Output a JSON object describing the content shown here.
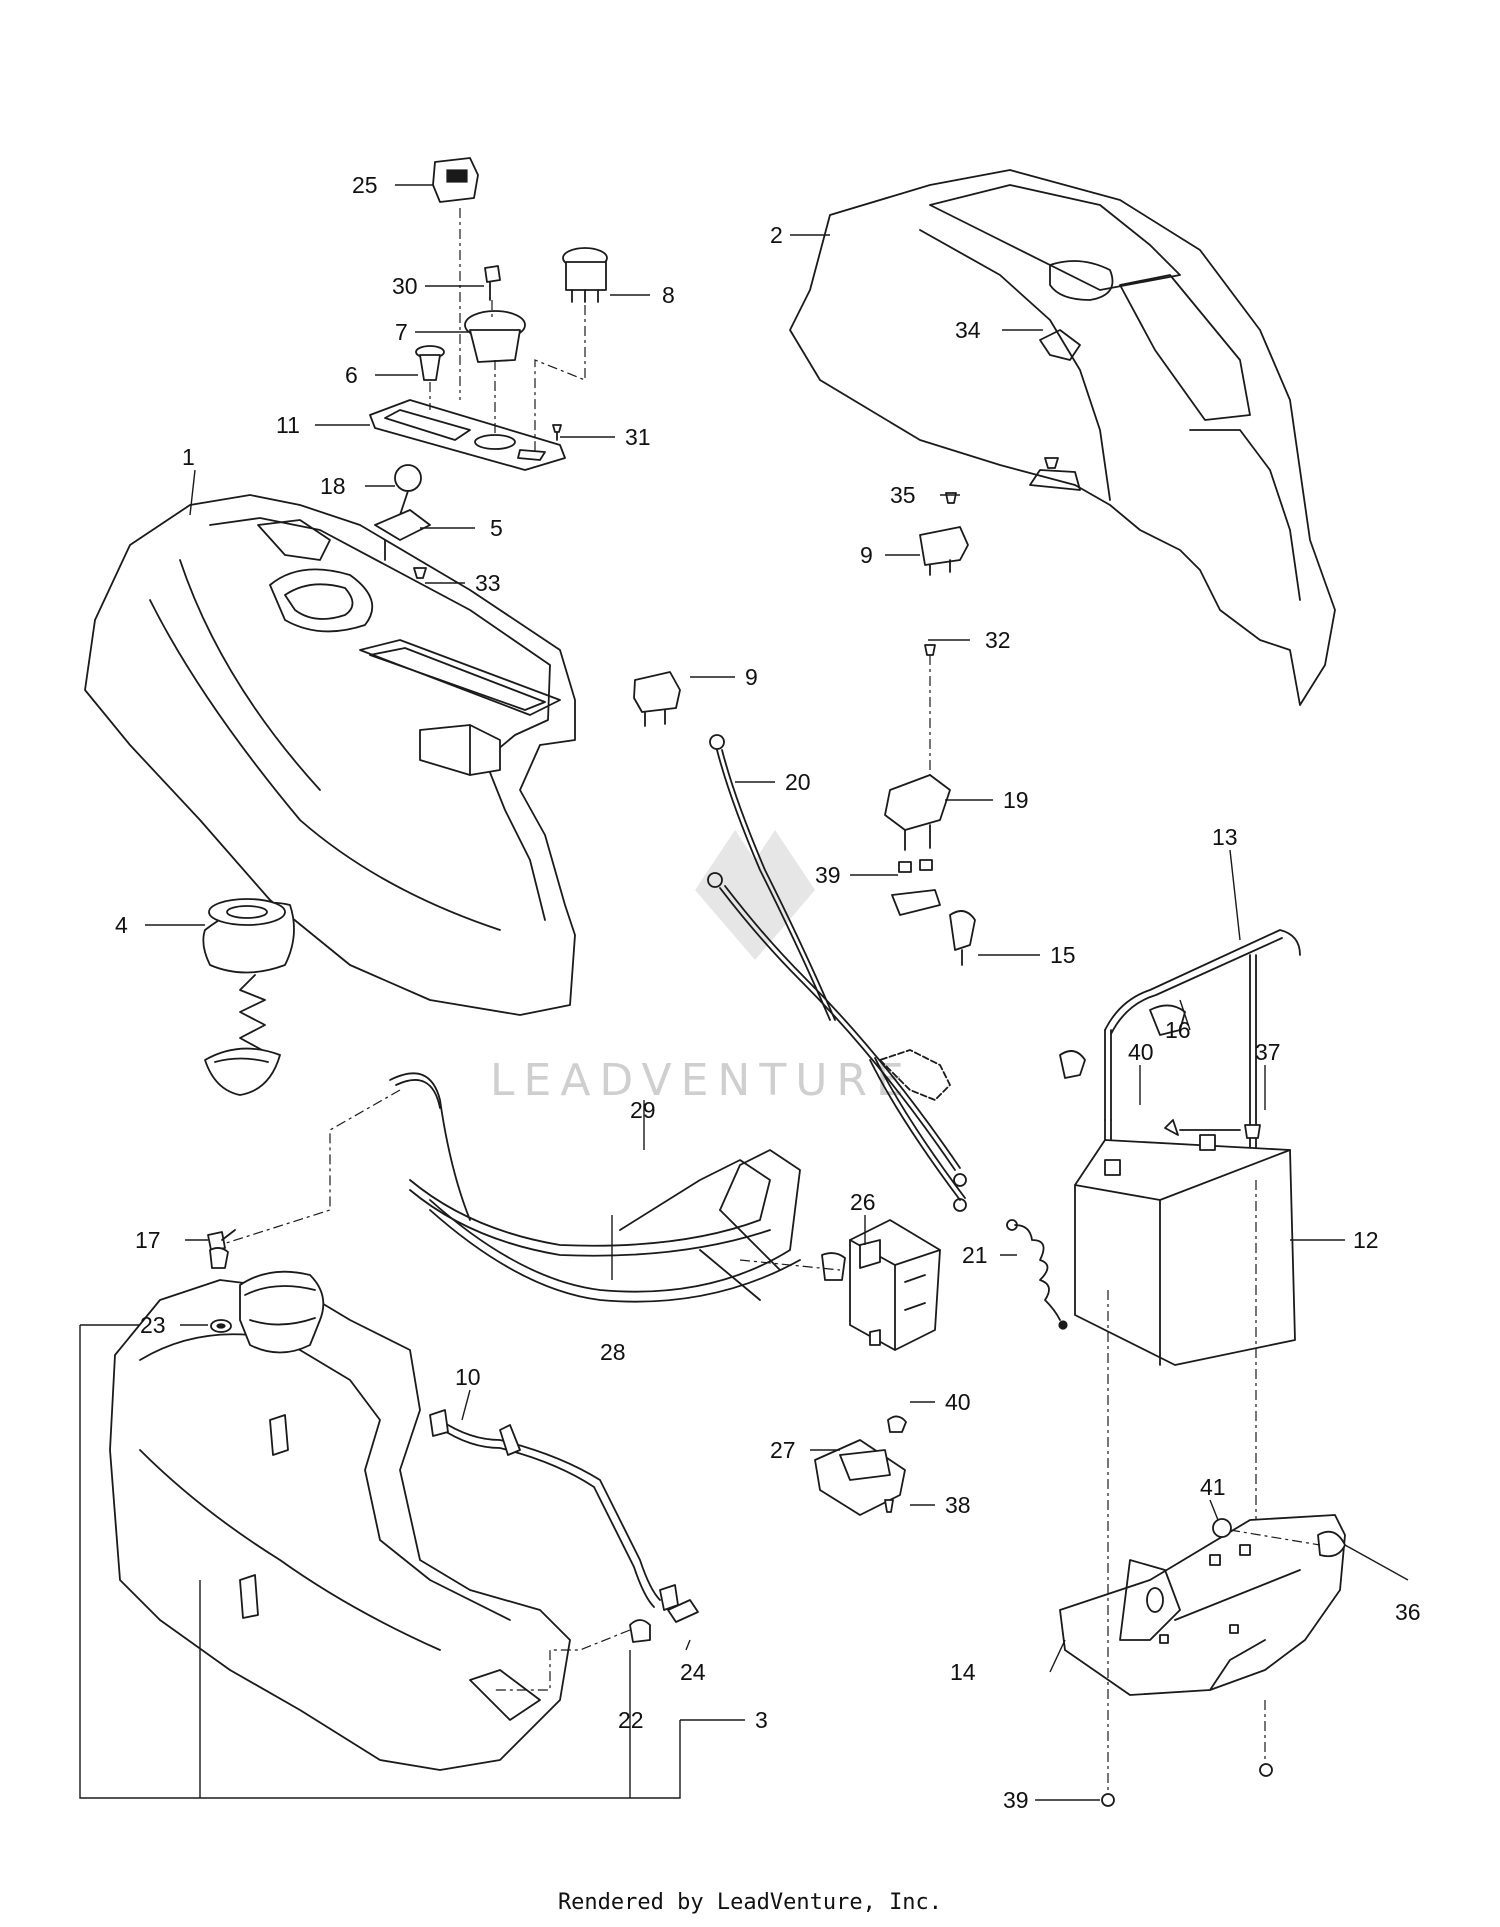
{
  "callouts": [
    {
      "id": "c1",
      "label": "1"
    },
    {
      "id": "c2",
      "label": "2"
    },
    {
      "id": "c3",
      "label": "3"
    },
    {
      "id": "c4",
      "label": "4"
    },
    {
      "id": "c5",
      "label": "5"
    },
    {
      "id": "c6",
      "label": "6"
    },
    {
      "id": "c7",
      "label": "7"
    },
    {
      "id": "c8",
      "label": "8"
    },
    {
      "id": "c9a",
      "label": "9"
    },
    {
      "id": "c9b",
      "label": "9"
    },
    {
      "id": "c10",
      "label": "10"
    },
    {
      "id": "c11",
      "label": "11"
    },
    {
      "id": "c12",
      "label": "12"
    },
    {
      "id": "c13",
      "label": "13"
    },
    {
      "id": "c14",
      "label": "14"
    },
    {
      "id": "c15",
      "label": "15"
    },
    {
      "id": "c16",
      "label": "16"
    },
    {
      "id": "c17",
      "label": "17"
    },
    {
      "id": "c18",
      "label": "18"
    },
    {
      "id": "c19",
      "label": "19"
    },
    {
      "id": "c20",
      "label": "20"
    },
    {
      "id": "c21",
      "label": "21"
    },
    {
      "id": "c22",
      "label": "22"
    },
    {
      "id": "c23",
      "label": "23"
    },
    {
      "id": "c24",
      "label": "24"
    },
    {
      "id": "c25",
      "label": "25"
    },
    {
      "id": "c26",
      "label": "26"
    },
    {
      "id": "c27",
      "label": "27"
    },
    {
      "id": "c28",
      "label": "28"
    },
    {
      "id": "c29",
      "label": "29"
    },
    {
      "id": "c30",
      "label": "30"
    },
    {
      "id": "c31",
      "label": "31"
    },
    {
      "id": "c32",
      "label": "32"
    },
    {
      "id": "c33",
      "label": "33"
    },
    {
      "id": "c34",
      "label": "34"
    },
    {
      "id": "c35",
      "label": "35"
    },
    {
      "id": "c36",
      "label": "36"
    },
    {
      "id": "c37",
      "label": "37"
    },
    {
      "id": "c38",
      "label": "38"
    },
    {
      "id": "c39a",
      "label": "39"
    },
    {
      "id": "c39b",
      "label": "39"
    },
    {
      "id": "c40a",
      "label": "40"
    },
    {
      "id": "c40b",
      "label": "40"
    },
    {
      "id": "c41",
      "label": "41"
    }
  ],
  "watermark": "LEADVENTURE",
  "footer": "Rendered by LeadVenture, Inc."
}
